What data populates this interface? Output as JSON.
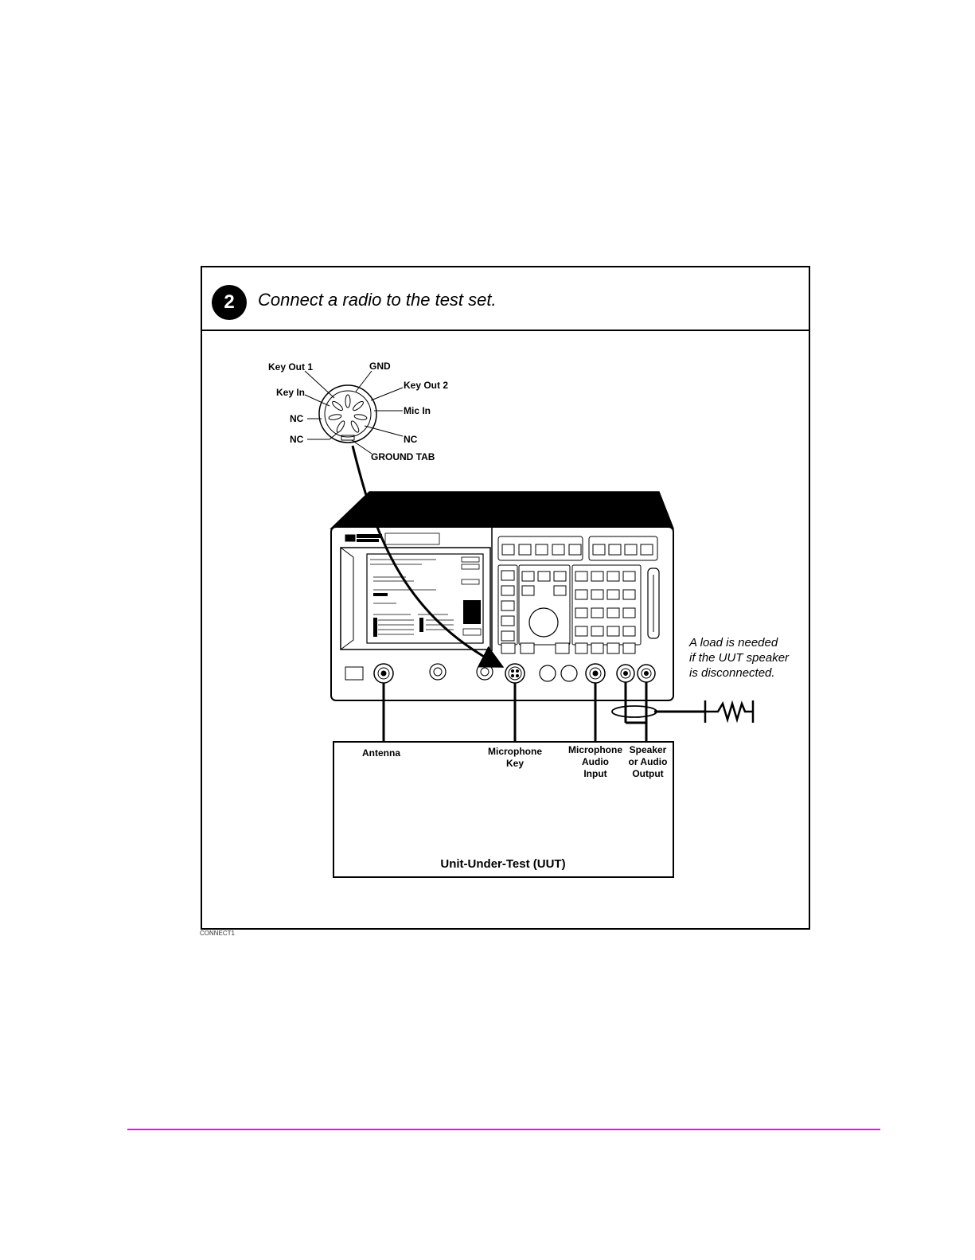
{
  "step": {
    "number": "2",
    "title": "Connect a radio to the test set."
  },
  "connector_pins": {
    "key_out_1": "Key Out 1",
    "gnd": "GND",
    "key_out_2": "Key Out 2",
    "key_in": "Key In",
    "mic_in": "Mic In",
    "nc_left_upper": "NC",
    "nc_left_lower": "NC",
    "nc_right": "NC",
    "ground_tab": "GROUND TAB"
  },
  "connections": {
    "antenna": "Antenna",
    "mic_key": [
      "Microphone",
      "Key"
    ],
    "mic_audio": [
      "Microphone",
      "Audio",
      "Input"
    ],
    "speaker": [
      "Speaker",
      "or Audio",
      "Output"
    ]
  },
  "load_note": [
    "A load is needed",
    "if the UUT speaker",
    "is disconnected."
  ],
  "uut_label": "Unit-Under-Test (UUT)",
  "figure_caption": "CONNECT1",
  "colors": {
    "footer_rule": "#ff00ff",
    "ink": "#000000"
  }
}
